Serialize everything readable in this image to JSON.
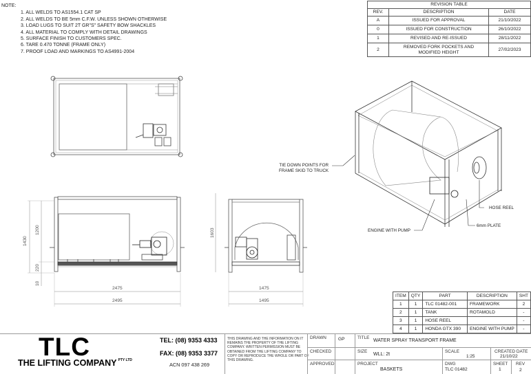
{
  "notes": {
    "title": "NOTE:",
    "items": [
      "1. ALL WELDS TO AS1554.1 CAT SP",
      "2. ALL WELDS TO BE 5mm C.F.W. UNLESS SHOWN OTHERWISE",
      "3. LOAD LUGS TO SUIT 2T GR\"S\" SAFETY BOW SHACKLES",
      "4. ALL MATERIAL TO COMPLY WITH DETAIL DRAWINGS",
      "5. SURFACE FINISH TO CUSTOMERS SPEC.",
      "6. TARE 0.470 TONNE (FRAME ONLY)",
      "7. PROOF LOAD AND MARKINGS TO AS4991-2004"
    ]
  },
  "revision_table": {
    "title": "REVISION TABLE",
    "headers": [
      "REV.",
      "DESCRIPTION",
      "DATE"
    ],
    "rows": [
      {
        "rev": "A",
        "description": "ISSUED FOR APPROVAL",
        "date": "21/10/2022"
      },
      {
        "rev": "0",
        "description": "ISSUED FOR CONSTRUCTION",
        "date": "26/10/2022"
      },
      {
        "rev": "1",
        "description": "REVISED AND RE-ISSUED",
        "date": "28/11/2022"
      },
      {
        "rev": "2",
        "description": "REMOVED FORK POCKETS AND MODIFIED HEIGHT",
        "date": "27/02/2023"
      }
    ]
  },
  "bom": {
    "headers": [
      "ITEM",
      "QTY",
      "PART",
      "DESCRIPTION",
      "SHT"
    ],
    "rows": [
      {
        "item": "1",
        "qty": "1",
        "part": "TLC 01482-001",
        "description": "FRAMEWORK",
        "sht": "2"
      },
      {
        "item": "2",
        "qty": "1",
        "part": "TANK",
        "description": "ROTAMOLD",
        "sht": "-"
      },
      {
        "item": "3",
        "qty": "1",
        "part": "HOSE REEL",
        "description": "",
        "sht": "-"
      },
      {
        "item": "4",
        "qty": "1",
        "part": "HONDA GTX 390",
        "description": "ENGINE WITH PUMP",
        "sht": "-"
      }
    ]
  },
  "callouts": {
    "tie_down": [
      "TIE DOWN POINTS FOR",
      "FRAME SKID TO TRUCK"
    ],
    "hose_reel": "HOSE REEL",
    "plate": "6mm PLATE",
    "engine": "ENGINE WITH PUMP"
  },
  "dimensions": {
    "side_height_total": "1430",
    "side_height_upper": "1200",
    "side_height_base": "220",
    "side_foot": "10",
    "side_inner_width": "2475",
    "side_outer_width": "2495",
    "end_height": "1603",
    "end_inner_width": "1475",
    "end_outer_width": "1495"
  },
  "title_block": {
    "logo": "TLC",
    "company": "THE LIFTING COMPANY",
    "company_suffix": "PTY LTD",
    "tel": "TEL: (08) 9353 4333",
    "fax": "FAX: (08) 9353 3377",
    "acn": "ACN 097 438 269",
    "legal": "THIS DRAWING AND THE INFORMATION ON IT REMAINS THE PROPERTY OF THE LIFTING COMPANY. WRITTEN PERMISSION MUST BE OBTAINED FROM THE LIFTING COMPANY TO COPY OR REPRODUCE THE WHOLE OR PART OF THIS DRAWING.",
    "drawn_label": "DRAWN",
    "drawn_value": "GP",
    "checked_label": "CHECKED",
    "checked_value": "",
    "approved_label": "APPROVED",
    "approved_value": "",
    "title_label": "TITLE",
    "title_value": "WATER SPRAY TRANSPORT FRAME",
    "size_label": "SIZE",
    "size_value": "WLL: 2t",
    "scale_label": "SCALE",
    "scale_value": "1:25",
    "created_label": "CREATED DATE",
    "created_value": "21/10/22",
    "project_label": "PROJECT",
    "project_value": "BASKETS",
    "dwg_label": "DWG",
    "dwg_value": "TLC 01482",
    "sheet_label": "SHEET",
    "sheet_value": "1",
    "rev_label": "REV",
    "rev_value": "2"
  }
}
